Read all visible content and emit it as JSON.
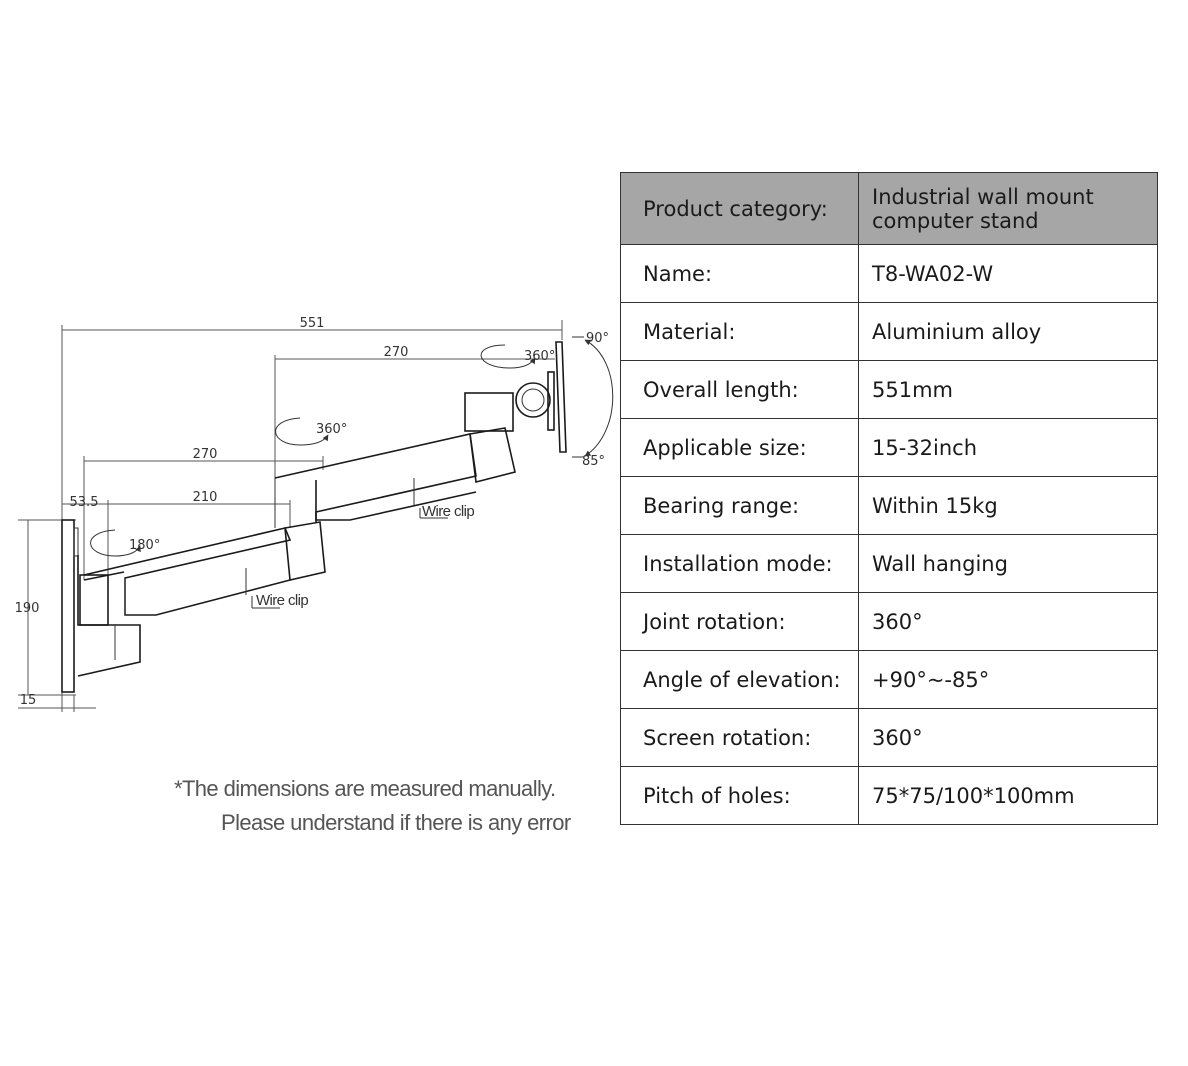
{
  "diagram": {
    "dimensions": {
      "overall": "551",
      "upper_arm": "270",
      "lower_arm": "270",
      "first_arm": "210",
      "offset": "53.5",
      "height": "190",
      "plate": "15"
    },
    "rotations": {
      "top": "360°",
      "middle": "360°",
      "base": "180°",
      "tilt_up": "90°",
      "tilt_down": "85°"
    },
    "wire_clip_label": "Wire clip"
  },
  "note": {
    "line1": "*The dimensions are measured manually.",
    "line2": "Please understand if there is any error"
  },
  "specs": {
    "header": {
      "label": "Product category:",
      "value": "Industrial wall mount computer stand"
    },
    "rows": [
      {
        "label": "Name:",
        "value": "T8-WA02-W"
      },
      {
        "label": "Material:",
        "value": "Aluminium alloy"
      },
      {
        "label": "Overall length:",
        "value": "551mm"
      },
      {
        "label": "Applicable size:",
        "value": "15-32inch"
      },
      {
        "label": "Bearing range:",
        "value": "Within 15kg"
      },
      {
        "label": "Installation mode:",
        "value": "Wall hanging"
      },
      {
        "label": "Joint rotation:",
        "value": "360°"
      },
      {
        "label": "Angle of elevation:",
        "value": "+90°~-85°"
      },
      {
        "label": "Screen rotation:",
        "value": "360°"
      },
      {
        "label": "Pitch of holes:",
        "value": "75*75/100*100mm"
      }
    ]
  }
}
